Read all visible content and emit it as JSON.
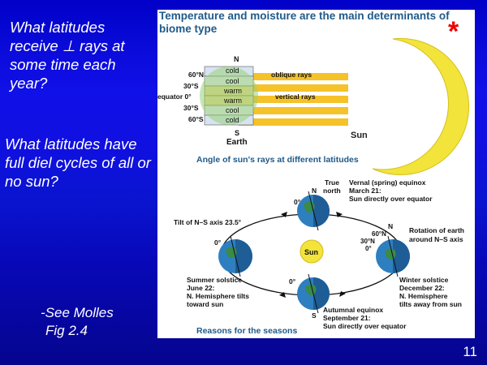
{
  "slide": {
    "question_1": "What latitudes receive ⊥ rays at some time each year?",
    "question_2": "What latitudes have full diel cycles of all or no sun?",
    "reference_line1": "-See Molles",
    "reference_line2": "Fig 2.4",
    "page_number": "11",
    "star": "*"
  },
  "figure": {
    "title": "Temperature and moisture are the main determinants of biome type",
    "top": {
      "north": "N",
      "south": "S",
      "earth": "Earth",
      "sun": "Sun",
      "lat_labels": [
        "60°N",
        "30°S",
        "equator  0°",
        "30°S",
        "60°S"
      ],
      "bands": [
        "cold",
        "cool",
        "warm",
        "warm",
        "cool",
        "cold"
      ],
      "oblique_rays": "oblique rays",
      "vertical_rays": "vertical rays",
      "caption": "Angle of sun's rays at different latitudes"
    },
    "bottom": {
      "true_north_line1": "True",
      "true_north_line2": "north",
      "north_top": "N",
      "vernal_line1": "Vernal (spring) equinox",
      "vernal_line2": "March 21:",
      "vernal_line3": "Sun directly over equator",
      "zero_top": "0°",
      "tilt_label": "Tilt of N–S axis 23.5°",
      "zero_left": "0°",
      "sun": "Sun",
      "n_right": "N",
      "lat_60n": "60°N",
      "lat_30n": "30°N",
      "lat_0": "0°",
      "rotation_line1": "Rotation of earth",
      "rotation_line2": "around N–S axis",
      "summer_line1": "Summer solstice",
      "summer_line2": "June 22:",
      "summer_line3": "N. Hemisphere tilts",
      "summer_line4": "toward sun",
      "zero_bottom": "0°",
      "winter_line1": "Winter solstice",
      "winter_line2": "December 22:",
      "winter_line3": "N. Hemisphere",
      "winter_line4": "tilts away from sun",
      "south_bottom": "S",
      "autumnal_line1": "Autumnal equinox",
      "autumnal_line2": "September 21:",
      "autumnal_line3": "Sun directly over equator",
      "caption": "Reasons for the seasons"
    },
    "colors": {
      "title": "#1f5a8a",
      "sun": "#f2e43a",
      "ray": "#f5c22a",
      "earth_land": "#3a8a4a",
      "earth_ocean": "#2e7fc0",
      "earth_dark": "#1e5d95"
    }
  }
}
